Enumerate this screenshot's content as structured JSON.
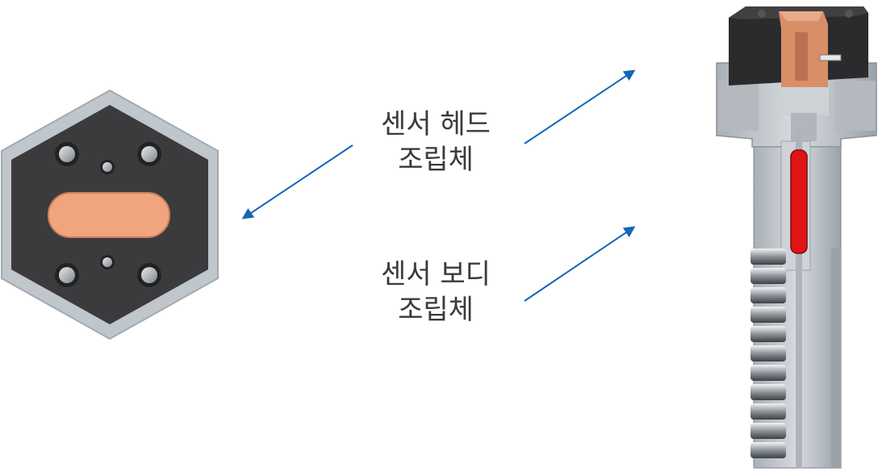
{
  "labels": {
    "head": {
      "line1": "센서 헤드",
      "line2": "조립체"
    },
    "body": {
      "line1": "센서 보디",
      "line2": "조립체"
    }
  },
  "colors": {
    "arrow": "#1565b8",
    "hex_outer": "#bfc6cc",
    "hex_inner": "#3b3b3d",
    "contact": "#f0a57e",
    "copper": "#d98e68",
    "steel": "#c4c9ce",
    "red_element": "#e01414"
  },
  "icons": [
    "hexagon-face-view",
    "sensor-cross-section"
  ]
}
